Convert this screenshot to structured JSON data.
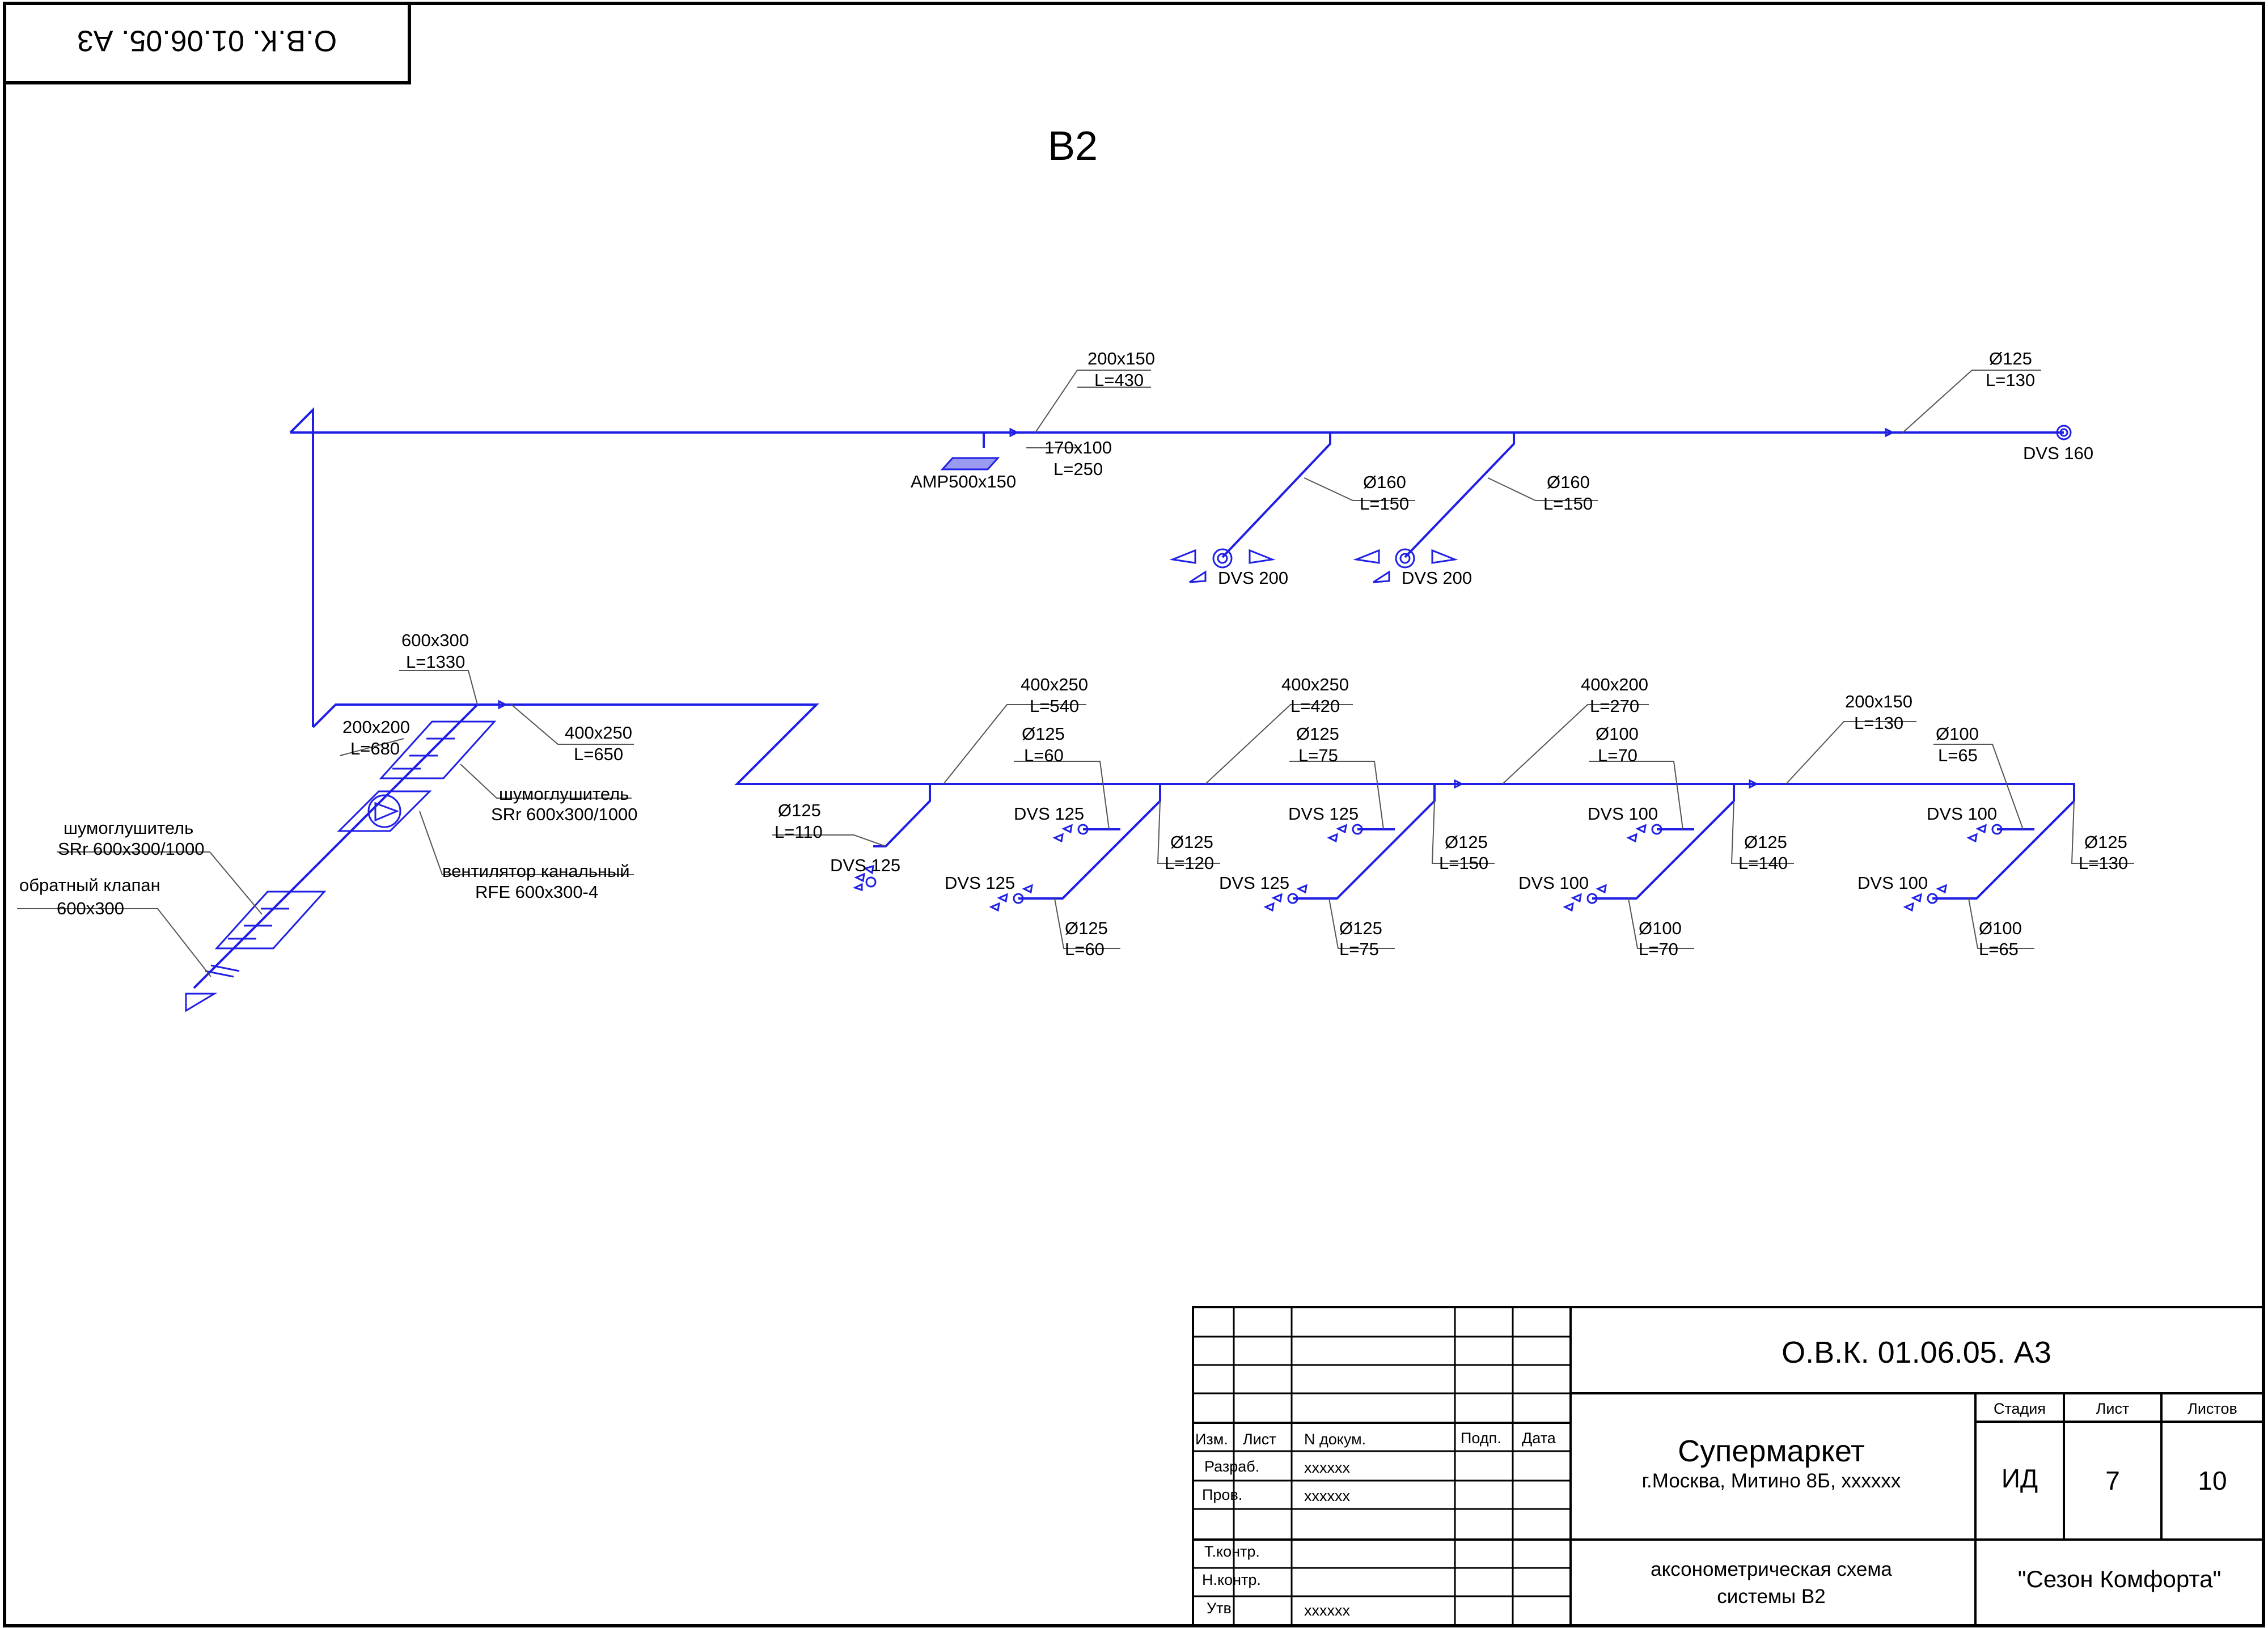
{
  "stamp": "О.В.К. 01.06.05. А3",
  "system_title": "В2",
  "main_duct": {
    "size": "200х150",
    "length": "L=430",
    "branch_size": "170х100",
    "branch_length": "L=250",
    "end_size": "Ø125",
    "end_length": "L=130",
    "end_diffuser": "DVS 160",
    "damper": "AMP500x150",
    "branch1": {
      "size": "Ø160",
      "length": "L=150",
      "diffuser": "DVS 200"
    },
    "branch2": {
      "size": "Ø160",
      "length": "L=150",
      "diffuser": "DVS 200"
    }
  },
  "equipment": {
    "riser_size": "600х300",
    "riser_length": "L=1330",
    "left_size": "200х200",
    "left_length": "L=680",
    "right_size": "400х250",
    "right_length": "L=650",
    "silencer_top": {
      "name": "шумоглушитель",
      "model": "SRr 600x300/1000"
    },
    "fan": {
      "name": "вентилятор канальный",
      "model": "RFE 600x300-4"
    },
    "silencer_bottom": {
      "name": "шумоглушитель",
      "model": "SRr 600x300/1000"
    },
    "check_valve": {
      "name": "обратный клапан",
      "size": "600х300"
    }
  },
  "lower_line": {
    "seg1": {
      "size": "400х250",
      "length": "L=540"
    },
    "seg2": {
      "size": "400х250",
      "length": "L=420"
    },
    "seg3": {
      "size": "400х200",
      "length": "L=270"
    },
    "seg4": {
      "size": "200х150",
      "length": "L=130"
    },
    "first_branch": {
      "size": "Ø125",
      "length": "L=110",
      "diffuser": "DVS 125"
    },
    "branches": [
      {
        "upper_size": "Ø125",
        "upper_length": "L=60",
        "upper_diffuser": "DVS 125",
        "main_size": "Ø125",
        "main_length": "L=120",
        "lower_diffuser": "DVS 125",
        "lower_size": "Ø125",
        "lower_length": "L=60"
      },
      {
        "upper_size": "Ø125",
        "upper_length": "L=75",
        "upper_diffuser": "DVS 125",
        "main_size": "Ø125",
        "main_length": "L=150",
        "lower_diffuser": "DVS 125",
        "lower_size": "Ø125",
        "lower_length": "L=75"
      },
      {
        "upper_size": "Ø100",
        "upper_length": "L=70",
        "upper_diffuser": "DVS 100",
        "main_size": "Ø125",
        "main_length": "L=140",
        "lower_diffuser": "DVS 100",
        "lower_size": "Ø100",
        "lower_length": "L=70"
      },
      {
        "upper_size": "Ø100",
        "upper_length": "L=65",
        "upper_diffuser": "DVS 100",
        "main_size": "Ø125",
        "main_length": "L=130",
        "lower_diffuser": "DVS 100",
        "lower_size": "Ø100",
        "lower_length": "L=65"
      }
    ]
  },
  "title_block": {
    "code": "О.В.К. 01.06.05. А3",
    "project": "Супермаркет",
    "address": "г.Москва, Митино 8Б, хххххх",
    "sheet_title_1": "аксонометрическая схема",
    "sheet_title_2": "системы В2",
    "company": "\"Сезон Комфорта\"",
    "stage_label": "Стадия",
    "sheet_label": "Лист",
    "sheets_label": "Листов",
    "stage": "ИД",
    "sheet": "7",
    "sheets": "10",
    "col_izm": "Изм.",
    "col_list": "Лист",
    "col_ndoc": "N докум.",
    "col_podp": "Подп.",
    "col_data": "Дата",
    "row_razrab": "Разраб.",
    "row_prov": "Пров.",
    "row_tkontr": "Т.контр.",
    "row_nkontr": "Н.контр.",
    "row_utv": "Утв.",
    "razrab_name": "хххххх",
    "prov_name": "хххххх",
    "utv_name": "хххххх"
  },
  "colors": {
    "duct": "#1f1fe6",
    "text": "#000000",
    "frame": "#000000"
  }
}
